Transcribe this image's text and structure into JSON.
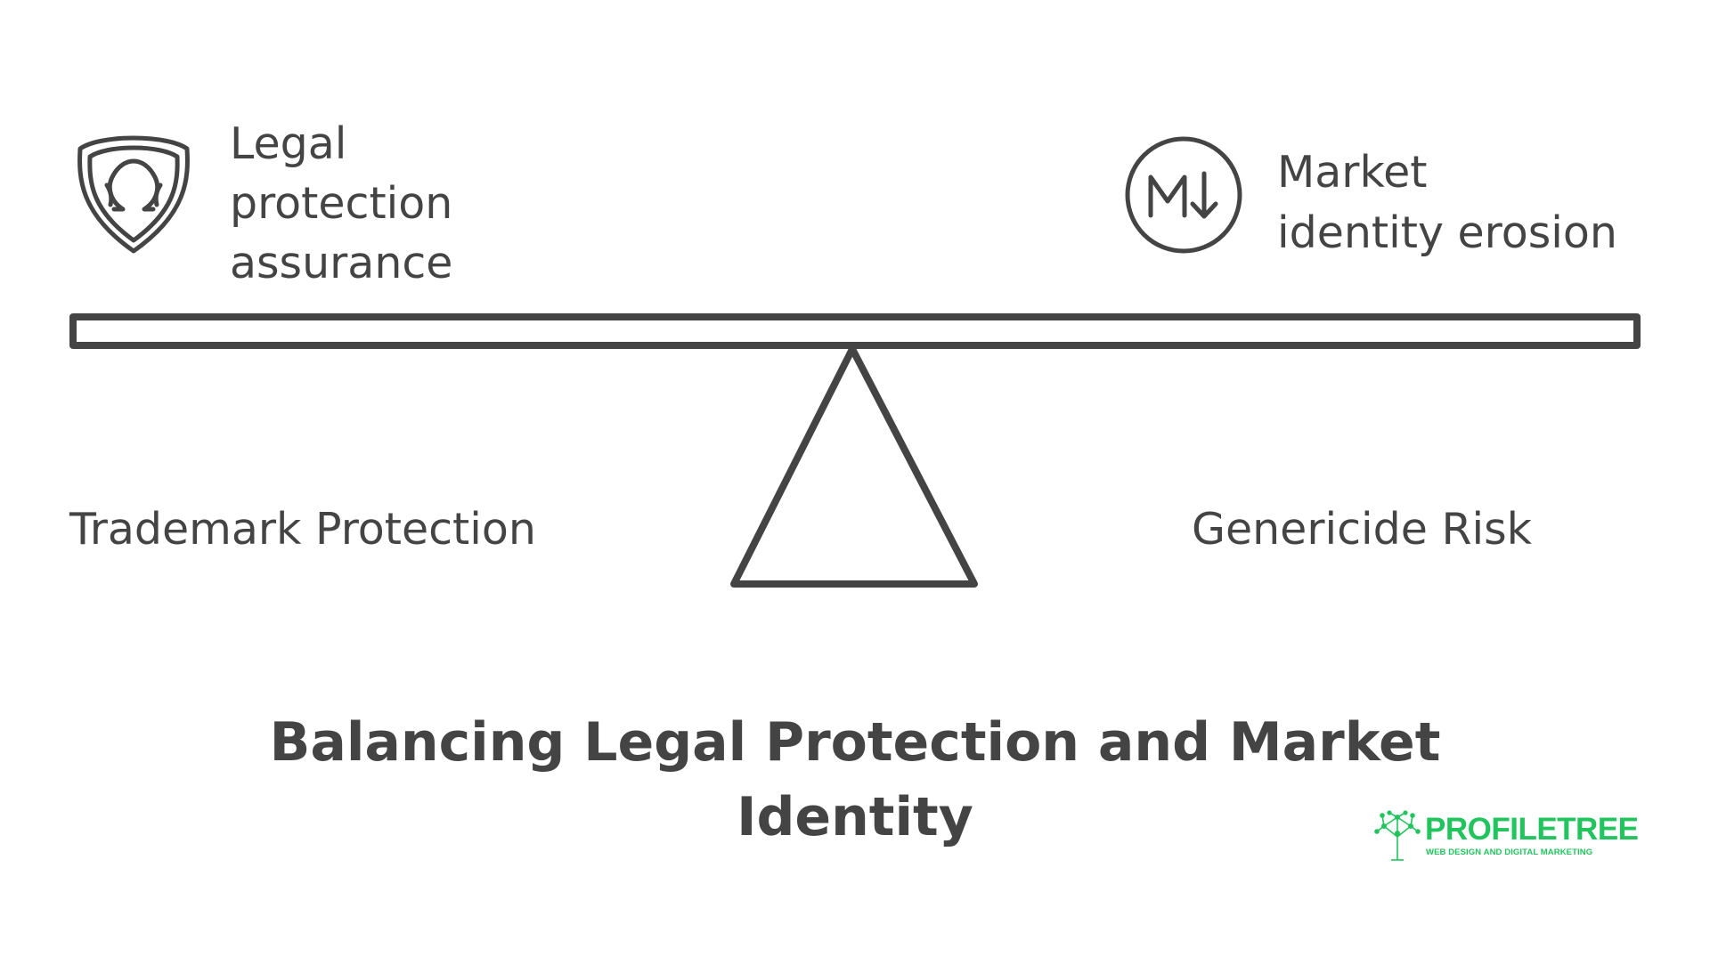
{
  "left": {
    "icon": "shield-omega-icon",
    "caption_lines": [
      "Legal",
      "protection",
      "assurance"
    ],
    "label": "Trademark Protection"
  },
  "right": {
    "icon": "m-down-arrow-icon",
    "caption_lines": [
      "Market",
      "identity erosion"
    ],
    "label": "Genericide Risk"
  },
  "title_lines": [
    "Balancing Legal Protection and Market",
    "Identity"
  ],
  "logo": {
    "name": "PROFILETREE",
    "tagline": "WEB DESIGN AND DIGITAL MARKETING",
    "icon": "tree-network-icon",
    "color": "#21c45d"
  },
  "colors": {
    "ink": "#444444",
    "background": "#ffffff",
    "brand": "#21c45d"
  }
}
